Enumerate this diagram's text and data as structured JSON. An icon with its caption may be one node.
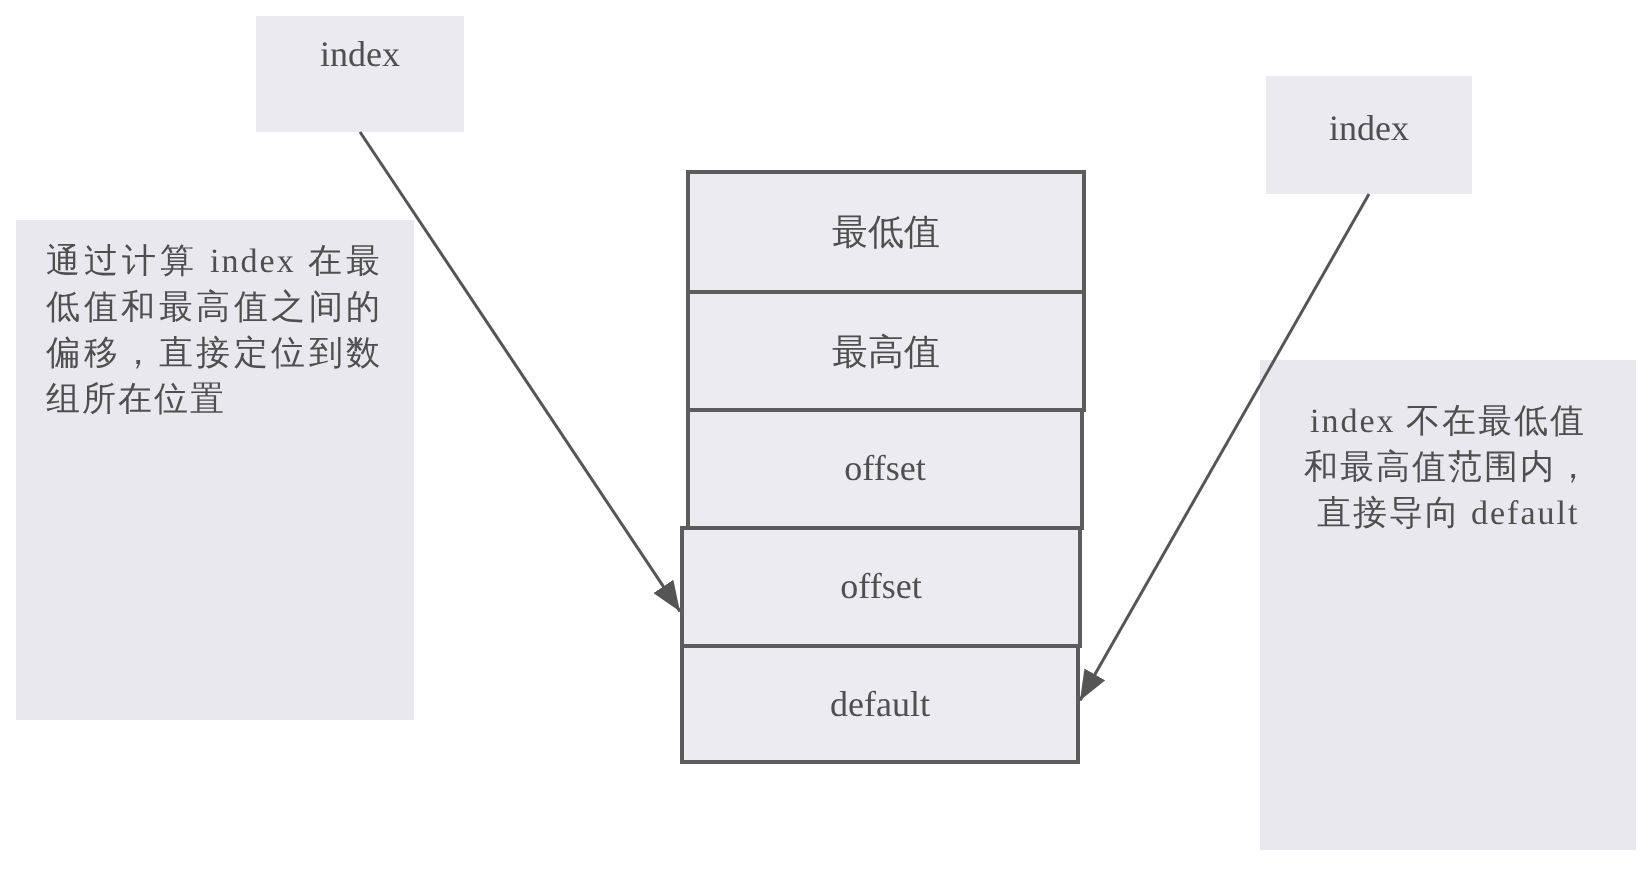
{
  "diagram": {
    "nodes": [
      {
        "text": [
          "index"
        ]
      },
      {
        "text": [
          "通过计算 index 在最低值和最高值之间的偏移，直接定位到数组所在位置"
        ]
      },
      {
        "text": [
          "最低值"
        ]
      },
      {
        "text": [
          "最高值"
        ]
      },
      {
        "text": [
          "offset"
        ]
      },
      {
        "text": [
          "offset"
        ]
      },
      {
        "text": [
          "default"
        ]
      },
      {
        "text": [
          "index"
        ]
      },
      {
        "text": [
          "index 不在最低值和最高值范围内，直接导向 default"
        ]
      }
    ],
    "edges": [
      {
        "from": 0,
        "to": 5,
        "arrow": "to"
      },
      {
        "from": 7,
        "to": 6,
        "arrow": "to"
      }
    ]
  }
}
